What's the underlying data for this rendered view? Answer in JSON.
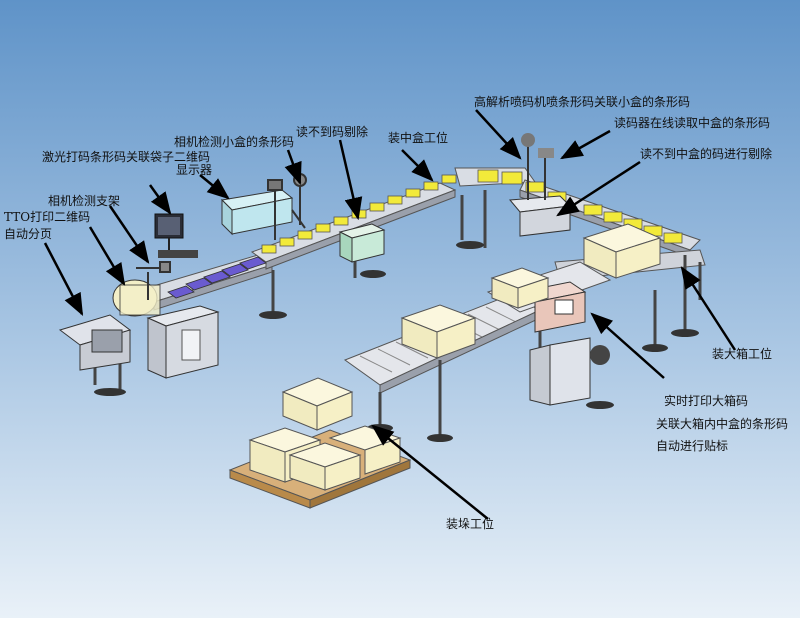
{
  "labels": {
    "high_res_inkjet": "高解析喷码机喷条形码关联小盒的条形码",
    "reader_online": "读码器在线读取中盒的条形码",
    "camera_small_box": "相机检测小盒的条形码",
    "reject_unread": "读不到码剔除",
    "middle_box_station": "装中盒工位",
    "reject_middle_box": "读不到中盒的码进行剔除",
    "laser_print": "激光打码条形码关联袋子二维码",
    "display": "显示器",
    "camera_bracket": "相机检测支架",
    "tto_print": "TTO打印二维码",
    "auto_page": "自动分页",
    "big_box_station": "装大箱工位",
    "realtime_print": "实时打印大箱码",
    "link_big_box": "关联大箱内中盒的条形码",
    "auto_label": "自动进行贴标",
    "palletizing": "装垛工位"
  },
  "colors": {
    "background_top": "#5f93c8",
    "background_bottom": "#e9f1f8",
    "conveyor_frame": "#c9ccd4",
    "small_box": "#f2ea3a",
    "big_box": "#f6f0c6",
    "pallet": "#b98a4a",
    "purple_bag": "#6a5bd0",
    "machine_green": "#c8ead8",
    "machine_cyan": "#bfe6ee",
    "machine_grey": "#dfe3ea"
  }
}
